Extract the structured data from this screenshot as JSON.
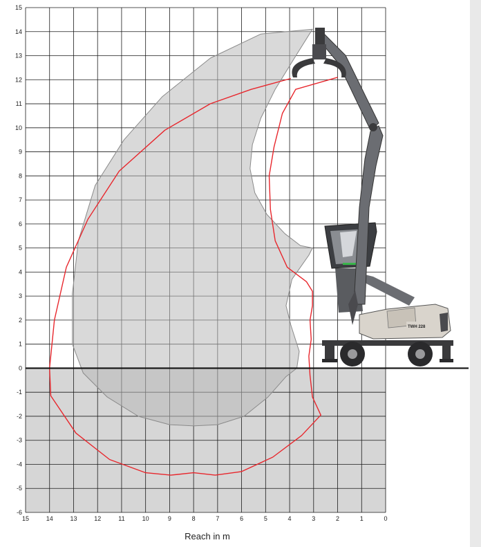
{
  "chart_data": {
    "type": "reach-diagram",
    "xlabel": "Reach in m",
    "ylabel": "",
    "xlim": [
      15,
      0
    ],
    "ylim": [
      -6,
      15
    ],
    "x_ticks": [
      15,
      14,
      13,
      12,
      11,
      10,
      9,
      8,
      7,
      6,
      5,
      4,
      3,
      2,
      1,
      0
    ],
    "y_ticks": [
      15,
      14,
      13,
      12,
      11,
      10,
      9,
      8,
      7,
      6,
      5,
      4,
      3,
      2,
      1,
      0,
      -1,
      -2,
      -3,
      -4,
      -5,
      -6
    ],
    "grid": true,
    "ground_level": 0,
    "areas": [
      {
        "style": "grey-fill",
        "points": [
          [
            3.05,
            14.1
          ],
          [
            5.2,
            13.9
          ],
          [
            7.3,
            12.9
          ],
          [
            9.3,
            11.3
          ],
          [
            10.9,
            9.5
          ],
          [
            12.1,
            7.6
          ],
          [
            12.8,
            5.3
          ],
          [
            13.05,
            3.1
          ],
          [
            13.05,
            1.0
          ],
          [
            12.6,
            -0.2
          ],
          [
            11.6,
            -1.2
          ],
          [
            10.3,
            -2.0
          ],
          [
            9.0,
            -2.35
          ],
          [
            8.0,
            -2.4
          ],
          [
            7.0,
            -2.35
          ],
          [
            5.9,
            -2.0
          ],
          [
            4.9,
            -1.2
          ],
          [
            4.15,
            -0.35
          ],
          [
            3.7,
            0.0
          ],
          [
            3.6,
            0.7
          ],
          [
            3.95,
            1.8
          ],
          [
            4.15,
            2.6
          ],
          [
            3.9,
            3.7
          ],
          [
            3.2,
            4.7
          ],
          [
            3.05,
            5.0
          ],
          [
            3.55,
            5.1
          ],
          [
            4.2,
            5.6
          ],
          [
            4.95,
            6.4
          ],
          [
            5.45,
            7.3
          ],
          [
            5.65,
            8.3
          ],
          [
            5.55,
            9.3
          ],
          [
            5.2,
            10.4
          ],
          [
            4.6,
            11.6
          ],
          [
            3.8,
            12.9
          ],
          [
            3.05,
            14.1
          ]
        ]
      }
    ],
    "series": [
      {
        "style": "red-line",
        "points": [
          [
            3.95,
            12.05
          ],
          [
            5.6,
            11.6
          ],
          [
            7.3,
            11.0
          ],
          [
            9.2,
            9.9
          ],
          [
            11.1,
            8.2
          ],
          [
            12.4,
            6.2
          ],
          [
            13.3,
            4.2
          ],
          [
            13.8,
            2.0
          ],
          [
            14.0,
            0.0
          ],
          [
            13.95,
            -1.15
          ],
          [
            12.9,
            -2.7
          ],
          [
            11.5,
            -3.8
          ],
          [
            10.0,
            -4.35
          ],
          [
            8.95,
            -4.45
          ],
          [
            8.0,
            -4.35
          ],
          [
            7.1,
            -4.45
          ],
          [
            6.0,
            -4.3
          ],
          [
            4.7,
            -3.7
          ],
          [
            3.5,
            -2.8
          ],
          [
            2.7,
            -1.95
          ],
          [
            3.05,
            -1.2
          ],
          [
            3.15,
            -0.3
          ],
          [
            3.2,
            0.5
          ],
          [
            3.1,
            1.2
          ],
          [
            3.15,
            2.0
          ],
          [
            3.05,
            2.6
          ],
          [
            3.05,
            3.2
          ],
          [
            3.3,
            3.6
          ],
          [
            4.1,
            4.2
          ],
          [
            4.6,
            5.3
          ],
          [
            4.8,
            6.6
          ],
          [
            4.85,
            8.0
          ],
          [
            4.65,
            9.2
          ],
          [
            4.3,
            10.6
          ],
          [
            3.75,
            11.6
          ],
          [
            2.0,
            12.1
          ]
        ]
      }
    ]
  },
  "machine": {
    "badge_text": "TWH 228",
    "colors": {
      "body": "#d9d4cc",
      "boom": "#6b6d72",
      "cab": "#3c3e42",
      "wheels": "#2a2a2c",
      "accent": "#39b54a"
    }
  },
  "colors": {
    "area_fill": "#b9b9b9",
    "area_stroke": "#8a8a8a",
    "reach_line": "#e8262c",
    "below_ground": "#d6d6d6",
    "grid": "#1a1a1a",
    "panel": "#e9e9e9"
  }
}
